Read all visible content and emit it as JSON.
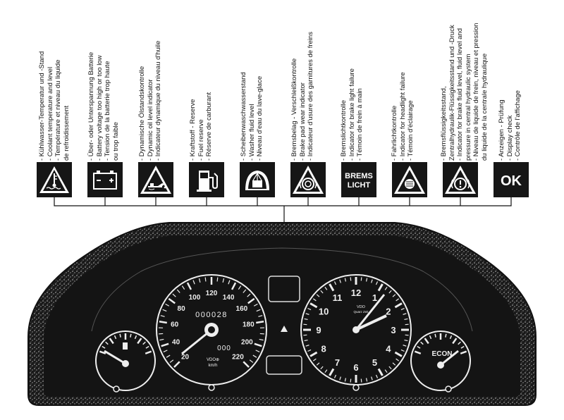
{
  "indicators": [
    {
      "icon": "coolant-icon",
      "lines": [
        "- Kühlwasser-Temperatur und -Stand",
        "- Coolant temperature and level",
        "- Température et niveau du liquide",
        "  de refroidissement"
      ]
    },
    {
      "icon": "battery-icon",
      "lines": [
        "- Über- oder Unterspannung Batterie",
        "- Battery voltage too high or too low",
        "- Tension de la batterie trop haute",
        "  ou trop faible"
      ]
    },
    {
      "icon": "oil-can-icon",
      "lines": [
        "- Dynamische Ölstandskontrolle",
        "- Dynamic oil level indicator",
        "- Indicateur dynamique du niveau d'huile"
      ]
    },
    {
      "icon": "fuel-pump-icon",
      "lines": [
        "- Kraftstoff - Reserve",
        "- Fuel reserve",
        "- Réserve de carburant"
      ]
    },
    {
      "icon": "washer-icon",
      "lines": [
        "- Scheibenwaschwasserstand",
        "- Washer fluid level",
        "- Niveau d'eau du lave-glace"
      ]
    },
    {
      "icon": "brake-pad-icon",
      "lines": [
        "- Bremsbelag - Verschleißkontrolle",
        "- Brake pad wear indicator",
        "- Indicateur d'usure des garnitures de freins"
      ]
    },
    {
      "icon": "brake-light-icon",
      "lines": [
        "- Bremslichtkontrolle",
        "- Indicator for brake light failure",
        "- Témoin de frein à main"
      ]
    },
    {
      "icon": "headlight-icon",
      "lines": [
        "- Fahrlichtkontrolle",
        "- Indicator for headlight failure",
        "- Témoin d'éclairage"
      ]
    },
    {
      "icon": "brake-fluid-icon",
      "lines": [
        "- Bremsflüssigkeitsstand,",
        "  Zentralhydraulik-Flüssigkeitsstand und -Druck",
        "- Indicator for brake fluid level, fluid level and",
        "  pressure in central hydraulic system",
        "- Niveau de liquide de frein, niveau et pression",
        "  du liquide de la centrale hydraulique"
      ]
    },
    {
      "icon": "ok-icon",
      "lines": [
        "- Anzeigen - Prüfung",
        "- Display check",
        "- Contrôle de l'affichage"
      ]
    }
  ],
  "icon_text": {
    "brems": "BREMS",
    "licht": "LICHT",
    "ok": "OK"
  },
  "speedometer": {
    "ticks": [
      "20",
      "40",
      "60",
      "80",
      "100",
      "120",
      "140",
      "160",
      "180",
      "200",
      "220"
    ],
    "odometer": "000028",
    "trip": "000",
    "brand": "VDO⊕",
    "unit": "km/h"
  },
  "clock": {
    "numbers": [
      "12",
      "1",
      "2",
      "3",
      "4",
      "5",
      "6",
      "7",
      "8",
      "9",
      "10",
      "11"
    ],
    "brand": "VDO",
    "sub": "Quarz Zeit"
  },
  "econ_gauge": {
    "label": "ECON"
  }
}
